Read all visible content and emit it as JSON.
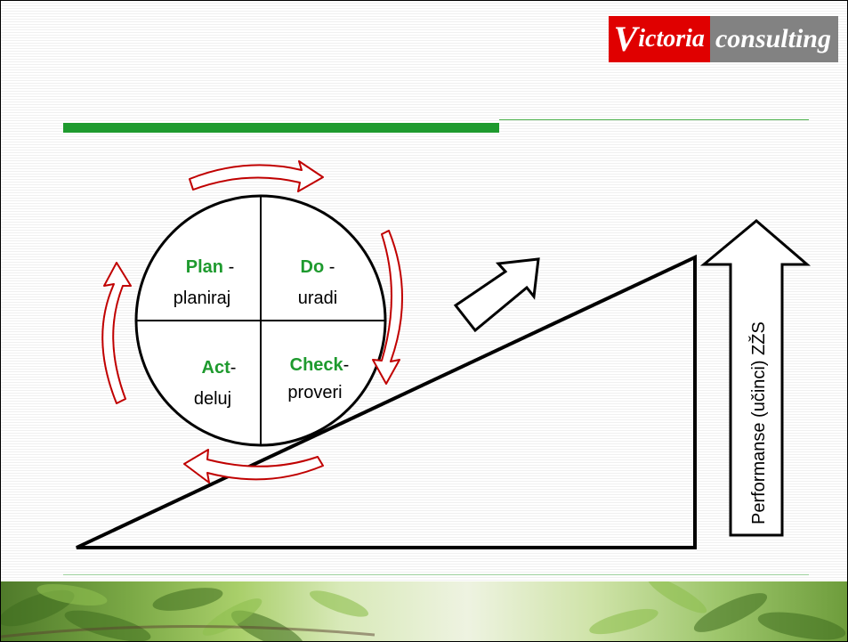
{
  "logo": {
    "part1_initial": "V",
    "part1_rest": "ictoria",
    "part2": "consulting"
  },
  "cycle": {
    "plan": {
      "title": "Plan",
      "suffix": " -",
      "sub": "planiraj"
    },
    "do": {
      "title": "Do",
      "suffix": " -",
      "sub": "uradi"
    },
    "act": {
      "title": "Act",
      "suffix": "-",
      "sub": "deluj"
    },
    "check": {
      "title": "Check",
      "suffix": "-",
      "sub": "proveri"
    }
  },
  "performance_label": "Performanse (učinci) ZŽS",
  "colors": {
    "accent_green": "#1e9a2e",
    "arrow_red": "#c00000",
    "logo_red": "#e00000",
    "logo_gray": "#828282"
  }
}
